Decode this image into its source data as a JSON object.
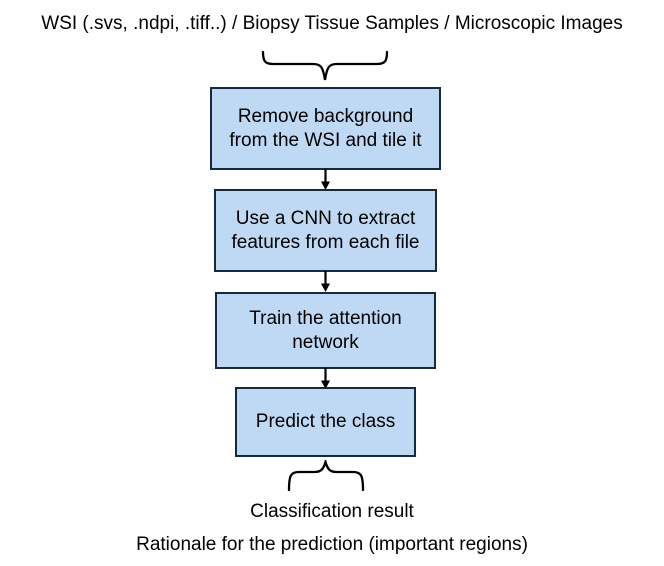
{
  "header": {
    "title": "WSI (.svs, .ndpi, .tiff..) / Biopsy Tissue Samples / Microscopic Images"
  },
  "flow": {
    "steps": [
      {
        "lines": [
          "Remove background",
          "from the WSI and tile it"
        ]
      },
      {
        "lines": [
          "Use a CNN to extract",
          "features from each file"
        ]
      },
      {
        "lines": [
          "Train the attention",
          "network"
        ]
      },
      {
        "lines": [
          "Predict the class"
        ]
      }
    ]
  },
  "outputs": {
    "classification": "Classification result",
    "rationale": "Rationale for the prediction (important regions)"
  },
  "icons": {
    "input_brace": "curly-brace-pointing-down",
    "connector": "arrow-down",
    "output_brace": "curly-brace-pointing-up"
  },
  "colors": {
    "box_fill": "#BFD9F4",
    "box_border": "#152B3D",
    "line_color": "#000000",
    "text": "#000000",
    "background": "#FFFFFF"
  }
}
